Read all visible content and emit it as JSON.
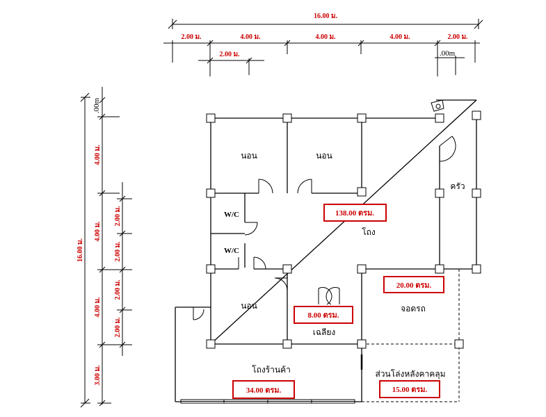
{
  "dimensions": {
    "top_total": "16.00 ม.",
    "top_row1": [
      "2.00 ม.",
      "4.00 ม.",
      "4.00 ม.",
      "4.00 ม.",
      "2.00 ม."
    ],
    "top_row2_left": "2.00 ม.",
    "top_row2_right": ".00m",
    "left_total": "16.00 ม.",
    "left_top_small": ".00m",
    "left_main": [
      "4.00 ม.",
      "4.00 ม.",
      "4.00 ม.",
      "3.00 ม."
    ],
    "left_inner": [
      "2.00 ม.",
      "2.00 ม.",
      "2.00 ม.",
      "2.00 ม."
    ]
  },
  "rooms": {
    "bedroom_1": "นอน",
    "bedroom_2": "นอน",
    "bedroom_3": "นอน",
    "wc_1": "W/C",
    "wc_2": "W/C",
    "kitchen": "ครัว",
    "hall": "โถง",
    "terrace": "เฉลียง",
    "carport": "จอดรถ",
    "shop_hall": "โถงร้านค้า",
    "rear_open": "ส่วนโล่งหลังคาคลุม"
  },
  "areas": {
    "hall_area": "138.00 ตรม.",
    "carport_area": "20.00 ตรม.",
    "terrace_area": "8.00 ตรม.",
    "shop_area": "34.00 ตรม.",
    "rear_area": "15.00 ตรม."
  },
  "colors": {
    "line": "#000000",
    "dimension_text": "#cc0000",
    "area_box": "#cc0000"
  }
}
